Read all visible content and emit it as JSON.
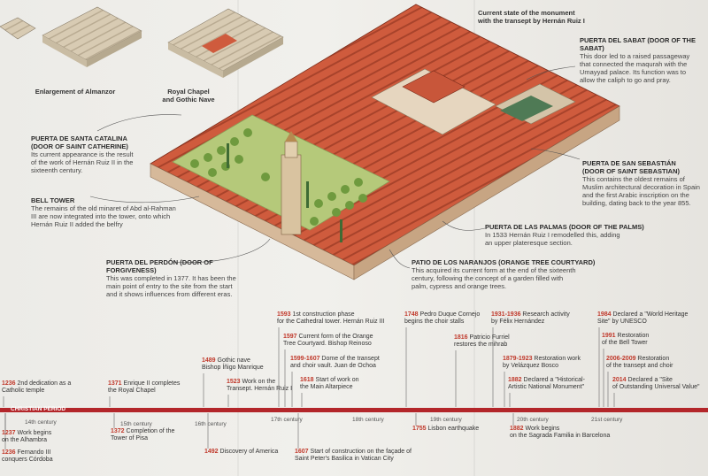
{
  "header": {
    "current_state_line1": "Current state of the monument",
    "current_state_line2": "with the transept by Hernán Ruiz I"
  },
  "captions": {
    "almanzor": "Enlargement of Almanzor",
    "royal_chapel_line1": "Royal Chapel",
    "royal_chapel_line2": "and Gothic Nave"
  },
  "labels": {
    "sabat_title": "PUERTA DEL SABAT (DOOR OF THE SABAT)",
    "sabat_body": [
      "This door led to a raised passageway",
      "that connected the maqurah with the",
      "Umayyad palace. Its function was to",
      "allow the caliph to go and pray."
    ],
    "catalina_title": [
      "PUERTA DE SANTA CATALINA",
      "(DOOR OF SAINT CATHERINE)"
    ],
    "catalina_body": [
      "Its current appearance is the result",
      "of the work of Hernán Ruiz II in the",
      "sixteenth century."
    ],
    "sebastian_title": [
      "PUERTA DE SAN SEBASTIÁN",
      "(DOOR OF SAINT SEBASTIAN)"
    ],
    "sebastian_body": [
      "This contains the oldest remains of",
      "Muslim architectural decoration in Spain",
      "and the first Arabic inscription on the",
      "building, dating back to the year 855."
    ],
    "bell_title": "BELL TOWER",
    "bell_body": [
      "The remains of the old minaret of Abd al-Rahman",
      "III are now integrated into the tower, onto which",
      "Hernán Ruiz II added the belfry"
    ],
    "palmas_title": "PUERTA DE LAS PALMAS (DOOR OF THE PALMS)",
    "palmas_body": [
      "In 1533 Hernán Ruiz I remodelled this, adding",
      "an upper plateresque section."
    ],
    "perdon_title": "PUERTA DEL PERDÓN (DOOR OF FORGIVENESS)",
    "perdon_body": [
      "This was completed in 1377. It has been the",
      "main point of entry to the site from the start",
      "and it shows influences from different eras."
    ],
    "naranjos_title": "PATIO DE LOS NARANJOS (ORANGE TREE COURTYARD)",
    "naranjos_body": [
      "This acquired its current form at the end of the sixteenth",
      "century, following the concept of a garden filled with",
      "palm, cypress and orange trees."
    ]
  },
  "timeline": {
    "period_label": "CHRISTIAN PERIOD",
    "centuries": [
      "14th century",
      "15th century",
      "16th century",
      "17th century",
      "18th century",
      "19th century",
      "20th century",
      "21st century"
    ],
    "above": [
      {
        "year": "1236",
        "lines": [
          "2nd dedication as a",
          "Catholic temple"
        ]
      },
      {
        "year": "1371",
        "lines": [
          "Enrique II completes",
          "the Royal Chapel"
        ]
      },
      {
        "year": "1489",
        "lines": [
          "Gothic nave",
          "Bishop Íñigo Manrique"
        ]
      },
      {
        "year": "1523",
        "lines": [
          "Work on the",
          "Transept. Hernán Ruiz I"
        ]
      },
      {
        "year": "1593",
        "lines": [
          "1st construction phase",
          "for the Cathedral tower. Hernán Ruiz III"
        ]
      },
      {
        "year": "1597",
        "lines": [
          "Current form of the Orange",
          "Tree Courtyard. Bishop Reinoso"
        ]
      },
      {
        "year": "1599-1607",
        "lines": [
          "Dome of the transept",
          "and choir vault. Juan de Ochoa"
        ]
      },
      {
        "year": "1618",
        "lines": [
          "Start of work on",
          "the Main Altarpiece"
        ]
      },
      {
        "year": "1748",
        "lines": [
          "Pedro Duque Cornejo",
          "begins the choir stalls"
        ]
      },
      {
        "year": "1816",
        "lines": [
          "Patricio Furriel",
          "restores the mihrab"
        ]
      },
      {
        "year": "1931-1936",
        "lines": [
          "Research activity",
          "by Félix Hernández"
        ]
      },
      {
        "year": "1879-1923",
        "lines": [
          "Restoration work",
          "by Velázquez Bosco"
        ]
      },
      {
        "year": "1882",
        "lines": [
          "Declared a \"Historical-",
          "Artistic National Monument\""
        ]
      },
      {
        "year": "1984",
        "lines": [
          "Declared a \"World Heritage",
          "Site\" by UNESCO"
        ]
      },
      {
        "year": "1991",
        "lines": [
          "Restoration",
          "of the Bell Tower"
        ]
      },
      {
        "year": "2006-2009",
        "lines": [
          "Restoration",
          "of the transept and choir"
        ]
      },
      {
        "year": "2014",
        "lines": [
          "Declared a \"Site",
          "of Outstanding Universal Value\""
        ]
      }
    ],
    "below": [
      {
        "year": "1237",
        "lines": [
          "Work begins",
          "on the Alhambra"
        ]
      },
      {
        "year": "1236",
        "lines": [
          "Fernando III",
          "conquers Córdoba"
        ]
      },
      {
        "year": "1372",
        "lines": [
          "Completion of the",
          "Tower of Pisa"
        ]
      },
      {
        "year": "1492",
        "lines": [
          "Discovery of America"
        ]
      },
      {
        "year": "1607",
        "lines": [
          "Start of construction on the façade of",
          "Saint Peter's Basilica in Vatican City"
        ]
      },
      {
        "year": "1755",
        "lines": [
          "Lisbon earthquake"
        ]
      },
      {
        "year": "1882",
        "lines": [
          "Work begins",
          "on the Sagrada Familia in Barcelona"
        ]
      }
    ]
  },
  "colors": {
    "accent": "#b3262a",
    "roof": "#c8563a",
    "garden": "#a8bf6a",
    "text": "#333333"
  }
}
